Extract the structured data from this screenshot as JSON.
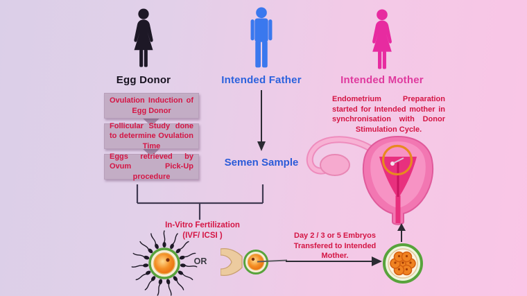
{
  "diagram": {
    "people": {
      "egg_donor": {
        "label": "Egg Donor"
      },
      "intended_father": {
        "label": "Intended Father"
      },
      "intended_mother": {
        "label": "Intended Mother"
      }
    },
    "donor_steps": [
      {
        "text": "Ovulation Induction of Egg Donor"
      },
      {
        "text": "Follicular Study done to determine Ovulation Time"
      },
      {
        "text": "Eggs retrieved by Ovum Pick-Up procedure"
      }
    ],
    "father_branch": {
      "semen_sample_label": "Semen Sample"
    },
    "mother_branch": {
      "endometrium_note": "Endometrium Preparation started for Intended mother in synchronisation with Donor Stimulation Cycle."
    },
    "fertilization": {
      "title_line1": "In-Vitro Fertilization",
      "title_line2": "(IVF/ ICSI )",
      "or_label": "OR"
    },
    "transfer": {
      "note": "Day 2 / 3 or 5 Embryos Transfered to Intended Mother."
    },
    "colors": {
      "background_left": "#dbcfe8",
      "background_right": "#fac5e6",
      "donor_black": "#1d1826",
      "father_blue": "#3a78ee",
      "mother_pink": "#e72ba0",
      "note_red": "#d41544",
      "step_box_bg": "#c3adc5",
      "highlight_orange": "#e8891f",
      "egg_ring_green": "#58a33c",
      "arrow_dark": "#2b2b33"
    },
    "icons": {
      "egg_donor_figure": "female-silhouette-icon",
      "intended_father_figure": "male-silhouette-icon",
      "intended_mother_figure": "female-silhouette-icon",
      "fertilization_left": "egg-with-sperm-icon",
      "fertilization_right": "icsi-injection-icon",
      "result": "embryo-icon",
      "target": "uterus-illustration"
    }
  }
}
